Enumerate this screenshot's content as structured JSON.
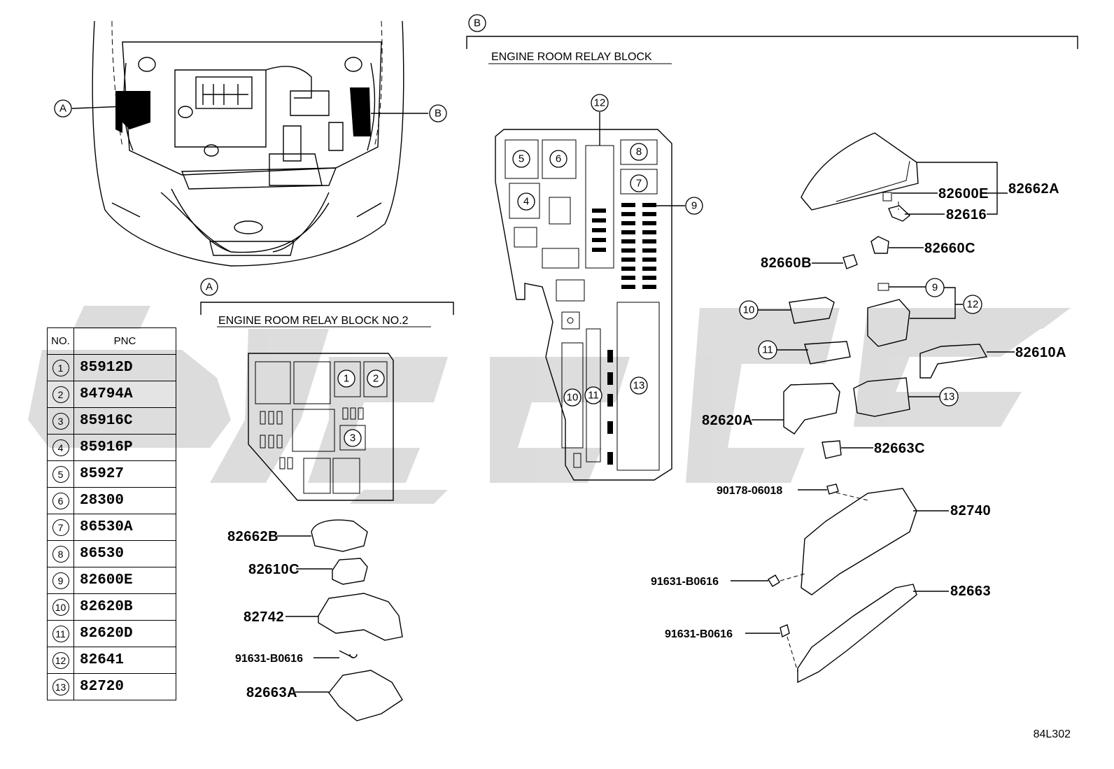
{
  "callouts": {
    "A": "A",
    "B": "B"
  },
  "blocks": {
    "relay_block_no2_title": "ENGINE ROOM RELAY BLOCK NO.2",
    "relay_block_title": "ENGINE ROOM RELAY BLOCK"
  },
  "table": {
    "headers": {
      "no": "NO.",
      "pnc": "PNC"
    },
    "rows": [
      {
        "no": "1",
        "pnc": "85912D"
      },
      {
        "no": "2",
        "pnc": "84794A"
      },
      {
        "no": "3",
        "pnc": "85916C"
      },
      {
        "no": "4",
        "pnc": "85916P"
      },
      {
        "no": "5",
        "pnc": "85927"
      },
      {
        "no": "6",
        "pnc": "28300"
      },
      {
        "no": "7",
        "pnc": "86530A"
      },
      {
        "no": "8",
        "pnc": "86530"
      },
      {
        "no": "9",
        "pnc": "82600E"
      },
      {
        "no": "10",
        "pnc": "82620B"
      },
      {
        "no": "11",
        "pnc": "82620D"
      },
      {
        "no": "12",
        "pnc": "82641"
      },
      {
        "no": "13",
        "pnc": "82720"
      }
    ]
  },
  "block_b_numbers": [
    "5",
    "6",
    "4",
    "12",
    "8",
    "7",
    "9",
    "10",
    "11",
    "13"
  ],
  "block_a_numbers": [
    "1",
    "2",
    "3"
  ],
  "parts_a": {
    "p1": "82662B",
    "p2": "82610C",
    "p3": "82742",
    "p4": "91631-B0616",
    "p5": "82663A"
  },
  "parts_b": {
    "p1": "82600E",
    "p2": "82662A",
    "p3": "82616",
    "p4": "82660C",
    "p5": "82660B",
    "p6": "82610A",
    "p7": "82620A",
    "p8": "82663C",
    "p9": "90178-06018",
    "p10": "82740",
    "p11": "91631-B0616",
    "p12": "82663",
    "p13": "91631-B0616"
  },
  "exploded_callouts": [
    "10",
    "11",
    "9",
    "12",
    "13"
  ],
  "figure_code": "84L302"
}
